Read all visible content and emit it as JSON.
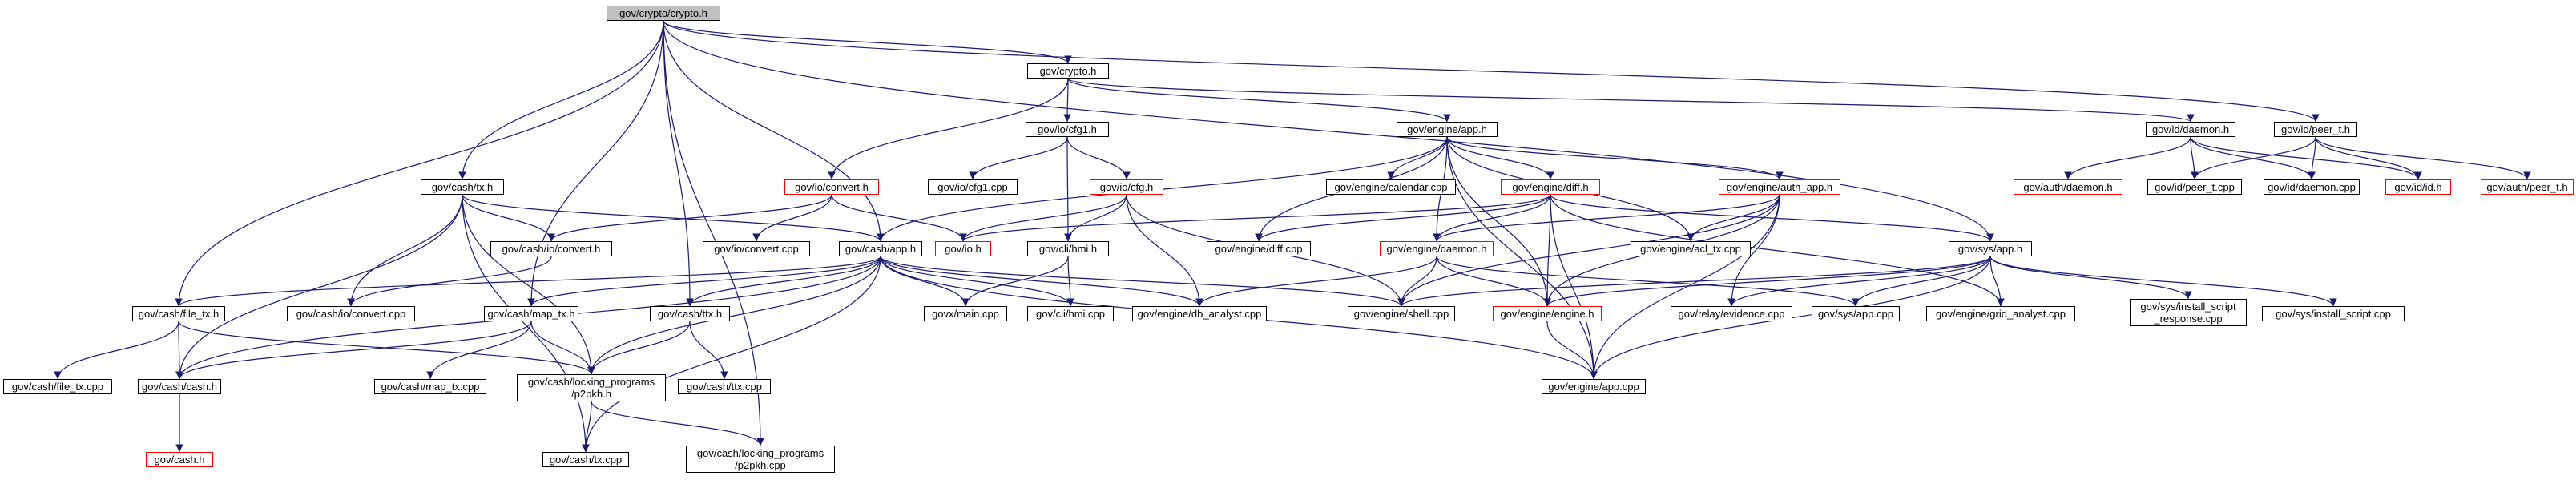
{
  "graph": {
    "edge_color": "#191970",
    "truncated_border_color": "#ff0000",
    "highlight_fill": "#bfbfbf",
    "nodes": [
      {
        "id": "crypto_h",
        "label": "gov/crypto/crypto.h",
        "highlight": true
      },
      {
        "id": "gcrypto",
        "label": "gov/crypto.h"
      },
      {
        "id": "cfg1_h",
        "label": "gov/io/cfg1.h"
      },
      {
        "id": "cfg1_cpp",
        "label": "gov/io/cfg1.cpp"
      },
      {
        "id": "cfg_h",
        "label": "gov/io/cfg.h",
        "truncated": true
      },
      {
        "id": "io_convert_h",
        "label": "gov/io/convert.h",
        "truncated": true
      },
      {
        "id": "io_convert_cpp",
        "label": "gov/io/convert.cpp"
      },
      {
        "id": "io_h",
        "label": "gov/io.h",
        "truncated": true
      },
      {
        "id": "cli_hmi_h",
        "label": "gov/cli/hmi.h"
      },
      {
        "id": "cli_hmi_cpp",
        "label": "gov/cli/hmi.cpp"
      },
      {
        "id": "main_cpp",
        "label": "govx/main.cpp"
      },
      {
        "id": "engine_app_h",
        "label": "gov/engine/app.h"
      },
      {
        "id": "engine_calendar_cpp",
        "label": "gov/engine/calendar.cpp"
      },
      {
        "id": "engine_diff_h",
        "label": "gov/engine/diff.h",
        "truncated": true
      },
      {
        "id": "engine_diff_cpp",
        "label": "gov/engine/diff.cpp"
      },
      {
        "id": "engine_auth_app_h",
        "label": "gov/engine/auth_app.h",
        "truncated": true
      },
      {
        "id": "engine_acl_tx_cpp",
        "label": "gov/engine/acl_tx.cpp"
      },
      {
        "id": "engine_daemon_h",
        "label": "gov/engine/daemon.h",
        "truncated": true
      },
      {
        "id": "engine_shell_cpp",
        "label": "gov/engine/shell.cpp"
      },
      {
        "id": "engine_engine_h",
        "label": "gov/engine/engine.h",
        "truncated": true
      },
      {
        "id": "engine_db_analyst_cpp",
        "label": "gov/engine/db_analyst.cpp"
      },
      {
        "id": "engine_app_cpp",
        "label": "gov/engine/app.cpp"
      },
      {
        "id": "cash_tx_h",
        "label": "gov/cash/tx.h"
      },
      {
        "id": "cash_io_convert_h",
        "label": "gov/cash/io/convert.h"
      },
      {
        "id": "cash_io_convert_cpp",
        "label": "gov/cash/io/convert.cpp"
      },
      {
        "id": "cash_app_h",
        "label": "gov/cash/app.h"
      },
      {
        "id": "cash_file_tx_h",
        "label": "gov/cash/file_tx.h"
      },
      {
        "id": "cash_file_tx_cpp",
        "label": "gov/cash/file_tx.cpp"
      },
      {
        "id": "cash_cash_h",
        "label": "gov/cash/cash.h"
      },
      {
        "id": "gcash_h",
        "label": "gov/cash.h",
        "truncated": true
      },
      {
        "id": "cash_map_tx_h",
        "label": "gov/cash/map_tx.h"
      },
      {
        "id": "cash_map_tx_cpp",
        "label": "gov/cash/map_tx.cpp"
      },
      {
        "id": "cash_ttx_h",
        "label": "gov/cash/ttx.h"
      },
      {
        "id": "cash_ttx_cpp",
        "label": "gov/cash/ttx.cpp"
      },
      {
        "id": "p2pkh_h",
        "label": "gov/cash/locking_programs\n/p2pkh.h"
      },
      {
        "id": "p2pkh_cpp",
        "label": "gov/cash/locking_programs\n/p2pkh.cpp"
      },
      {
        "id": "cash_tx_cpp",
        "label": "gov/cash/tx.cpp"
      },
      {
        "id": "id_daemon_h",
        "label": "gov/id/daemon.h"
      },
      {
        "id": "auth_daemon_h",
        "label": "gov/auth/daemon.h",
        "truncated": true
      },
      {
        "id": "id_peer_t_cpp",
        "label": "gov/id/peer_t.cpp"
      },
      {
        "id": "id_daemon_cpp",
        "label": "gov/id/daemon.cpp"
      },
      {
        "id": "id_id_h",
        "label": "gov/id/id.h",
        "truncated": true
      },
      {
        "id": "id_peer_t_h",
        "label": "gov/id/peer_t.h"
      },
      {
        "id": "auth_peer_t_h",
        "label": "gov/auth/peer_t.h",
        "truncated": true
      },
      {
        "id": "sys_app_h",
        "label": "gov/sys/app.h"
      },
      {
        "id": "relay_evidence_cpp",
        "label": "gov/relay/evidence.cpp"
      },
      {
        "id": "sys_app_cpp",
        "label": "gov/sys/app.cpp"
      },
      {
        "id": "engine_grid_analyst_cpp",
        "label": "gov/engine/grid_analyst.cpp"
      },
      {
        "id": "sys_install_script_response_cpp",
        "label": "gov/sys/install_script\n_response.cpp"
      },
      {
        "id": "sys_install_script_cpp",
        "label": "gov/sys/install_script.cpp"
      }
    ],
    "edges": [
      [
        "crypto_h",
        "gcrypto"
      ],
      [
        "crypto_h",
        "id_peer_t_h"
      ],
      [
        "crypto_h",
        "cash_tx_h"
      ],
      [
        "crypto_h",
        "cash_file_tx_h"
      ],
      [
        "crypto_h",
        "cash_map_tx_h"
      ],
      [
        "crypto_h",
        "cash_ttx_h"
      ],
      [
        "crypto_h",
        "cash_app_h"
      ],
      [
        "crypto_h",
        "p2pkh_cpp"
      ],
      [
        "crypto_h",
        "sys_app_h"
      ],
      [
        "gcrypto",
        "cfg1_h"
      ],
      [
        "gcrypto",
        "io_convert_h"
      ],
      [
        "gcrypto",
        "engine_app_h"
      ],
      [
        "gcrypto",
        "id_daemon_h"
      ],
      [
        "cfg1_h",
        "cfg1_cpp"
      ],
      [
        "cfg1_h",
        "cfg_h"
      ],
      [
        "cfg1_h",
        "cli_hmi_h"
      ],
      [
        "cfg_h",
        "io_h"
      ],
      [
        "cfg_h",
        "cli_hmi_h"
      ],
      [
        "cfg_h",
        "engine_db_analyst_cpp"
      ],
      [
        "cfg_h",
        "engine_shell_cpp"
      ],
      [
        "io_convert_h",
        "cash_io_convert_h"
      ],
      [
        "io_convert_h",
        "io_convert_cpp"
      ],
      [
        "io_convert_h",
        "io_h"
      ],
      [
        "cli_hmi_h",
        "main_cpp"
      ],
      [
        "cli_hmi_h",
        "cli_hmi_cpp"
      ],
      [
        "engine_app_h",
        "engine_calendar_cpp"
      ],
      [
        "engine_app_h",
        "engine_diff_h"
      ],
      [
        "engine_app_h",
        "engine_auth_app_h"
      ],
      [
        "engine_app_h",
        "engine_diff_cpp"
      ],
      [
        "engine_app_h",
        "engine_acl_tx_cpp"
      ],
      [
        "engine_app_h",
        "engine_daemon_h"
      ],
      [
        "engine_app_h",
        "cash_app_h"
      ],
      [
        "engine_app_h",
        "engine_engine_h"
      ],
      [
        "engine_app_h",
        "engine_app_cpp"
      ],
      [
        "engine_diff_h",
        "engine_diff_cpp"
      ],
      [
        "engine_diff_h",
        "engine_daemon_h"
      ],
      [
        "engine_diff_h",
        "io_h"
      ],
      [
        "engine_diff_h",
        "engine_engine_h"
      ],
      [
        "engine_diff_h",
        "sys_app_h"
      ],
      [
        "engine_diff_h",
        "engine_app_cpp"
      ],
      [
        "engine_diff_h",
        "engine_grid_analyst_cpp"
      ],
      [
        "engine_auth_app_h",
        "engine_daemon_h"
      ],
      [
        "engine_auth_app_h",
        "engine_acl_tx_cpp"
      ],
      [
        "engine_auth_app_h",
        "engine_shell_cpp"
      ],
      [
        "engine_auth_app_h",
        "engine_engine_h"
      ],
      [
        "engine_auth_app_h",
        "relay_evidence_cpp"
      ],
      [
        "engine_auth_app_h",
        "engine_app_cpp"
      ],
      [
        "engine_daemon_h",
        "engine_shell_cpp"
      ],
      [
        "engine_daemon_h",
        "engine_engine_h"
      ],
      [
        "engine_daemon_h",
        "engine_db_analyst_cpp"
      ],
      [
        "engine_daemon_h",
        "sys_app_cpp"
      ],
      [
        "engine_engine_h",
        "engine_app_cpp"
      ],
      [
        "cash_tx_h",
        "cash_io_convert_h"
      ],
      [
        "cash_tx_h",
        "cash_io_convert_cpp"
      ],
      [
        "cash_tx_h",
        "cash_app_h"
      ],
      [
        "cash_tx_h",
        "cash_cash_h"
      ],
      [
        "cash_tx_h",
        "cash_tx_cpp"
      ],
      [
        "cash_tx_h",
        "p2pkh_h"
      ],
      [
        "cash_io_convert_h",
        "cash_io_convert_cpp"
      ],
      [
        "cash_app_h",
        "cash_file_tx_h"
      ],
      [
        "cash_app_h",
        "cash_map_tx_h"
      ],
      [
        "cash_app_h",
        "cash_ttx_h"
      ],
      [
        "cash_app_h",
        "main_cpp"
      ],
      [
        "cash_app_h",
        "cli_hmi_cpp"
      ],
      [
        "cash_app_h",
        "engine_db_analyst_cpp"
      ],
      [
        "cash_app_h",
        "engine_shell_cpp"
      ],
      [
        "cash_app_h",
        "cash_cash_h"
      ],
      [
        "cash_app_h",
        "p2pkh_h"
      ],
      [
        "cash_app_h",
        "cash_tx_cpp"
      ],
      [
        "cash_app_h",
        "engine_app_cpp"
      ],
      [
        "cash_file_tx_h",
        "cash_file_tx_cpp"
      ],
      [
        "cash_file_tx_h",
        "cash_cash_h"
      ],
      [
        "cash_file_tx_h",
        "p2pkh_h"
      ],
      [
        "cash_cash_h",
        "gcash_h"
      ],
      [
        "cash_map_tx_h",
        "cash_map_tx_cpp"
      ],
      [
        "cash_map_tx_h",
        "cash_cash_h"
      ],
      [
        "cash_map_tx_h",
        "p2pkh_h"
      ],
      [
        "cash_ttx_h",
        "cash_ttx_cpp"
      ],
      [
        "cash_ttx_h",
        "p2pkh_h"
      ],
      [
        "p2pkh_h",
        "cash_tx_cpp"
      ],
      [
        "p2pkh_h",
        "p2pkh_cpp"
      ],
      [
        "id_daemon_h",
        "auth_daemon_h"
      ],
      [
        "id_daemon_h",
        "id_peer_t_cpp"
      ],
      [
        "id_daemon_h",
        "id_daemon_cpp"
      ],
      [
        "id_daemon_h",
        "id_id_h"
      ],
      [
        "id_peer_t_h",
        "id_peer_t_cpp"
      ],
      [
        "id_peer_t_h",
        "id_daemon_cpp"
      ],
      [
        "id_peer_t_h",
        "id_id_h"
      ],
      [
        "id_peer_t_h",
        "auth_peer_t_h"
      ],
      [
        "sys_app_h",
        "engine_shell_cpp"
      ],
      [
        "sys_app_h",
        "engine_engine_h"
      ],
      [
        "sys_app_h",
        "relay_evidence_cpp"
      ],
      [
        "sys_app_h",
        "sys_app_cpp"
      ],
      [
        "sys_app_h",
        "engine_grid_analyst_cpp"
      ],
      [
        "sys_app_h",
        "sys_install_script_response_cpp"
      ],
      [
        "sys_app_h",
        "sys_install_script_cpp"
      ],
      [
        "sys_app_h",
        "engine_app_cpp"
      ]
    ]
  }
}
